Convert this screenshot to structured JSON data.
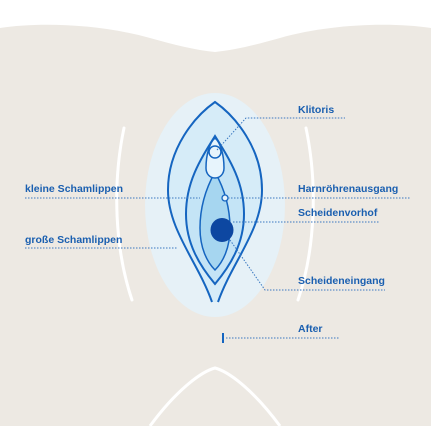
{
  "labels": {
    "clitoris": "Klitoris",
    "inner_labia": "kleine Schamlippen",
    "urethral_opening": "Harnröhrenausgang",
    "vestibule": "Scheidenvorhof",
    "outer_labia": "große Schamlippen",
    "vaginal_opening": "Scheideneingang",
    "anus": "After"
  },
  "colors": {
    "background": "#ede9e3",
    "outline": "#1565c0",
    "label_text": "#1a5fb0",
    "leader_line": "#3a78c0",
    "light_fill": "#d6ecf8",
    "medium_fill": "#a6d6f0",
    "opening_fill": "#0d47a1"
  }
}
